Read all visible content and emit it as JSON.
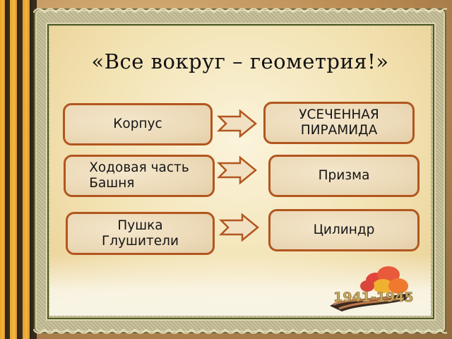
{
  "slide": {
    "title": "«Все вокруг – геометрия!»",
    "rows": [
      {
        "left_label": "Корпус",
        "right_label": "УСЕЧЕННАЯ ПИРАМИДА",
        "right_line1": "УСЕЧЕННАЯ",
        "right_line2": "ПИРАМИДА"
      },
      {
        "left_label": "Ходовая часть Башня",
        "left_line1": "Ходовая часть",
        "left_line2": "Башня",
        "right_label": "Призма"
      },
      {
        "left_label": "Пушка Глушители",
        "left_line1": "Пушка",
        "left_line2": "Глушители",
        "right_label": "Цилиндр"
      }
    ],
    "emblem": {
      "years": "1941-1945"
    }
  },
  "colors": {
    "box_border": "#b2561f",
    "box_fill": "#ecdab8",
    "ribbon_orange": "#e7a42a",
    "ribbon_black": "#2d2418",
    "title_text": "#111111"
  }
}
